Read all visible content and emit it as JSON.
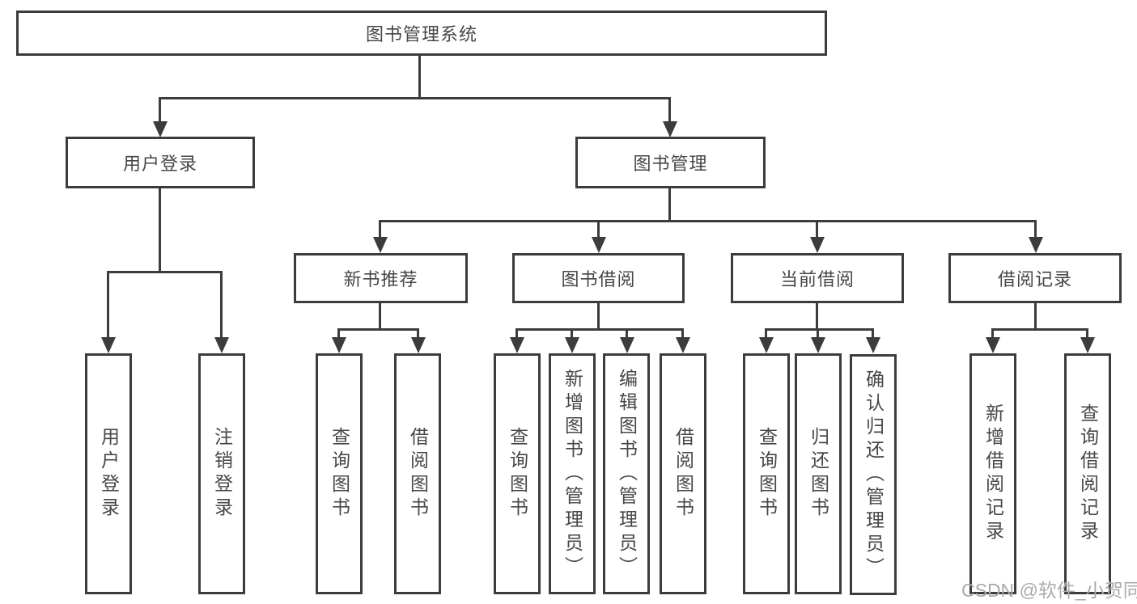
{
  "tree": {
    "label": "图书管理系统",
    "children": [
      {
        "label": "用户登录",
        "children": [
          {
            "label": "用户登录"
          },
          {
            "label": "注销登录"
          }
        ]
      },
      {
        "label": "图书管理",
        "children": [
          {
            "label": "新书推荐",
            "children": [
              {
                "label": "查询图书"
              },
              {
                "label": "借阅图书"
              }
            ]
          },
          {
            "label": "图书借阅",
            "children": [
              {
                "label": "查询图书"
              },
              {
                "label": "新增图书（管理员）"
              },
              {
                "label": "编辑图书（管理员）"
              },
              {
                "label": "借阅图书"
              }
            ]
          },
          {
            "label": "当前借阅",
            "children": [
              {
                "label": "查询图书"
              },
              {
                "label": "归还图书"
              },
              {
                "label": "确认归还（管理员）"
              }
            ]
          },
          {
            "label": "借阅记录",
            "children": [
              {
                "label": "新增借阅记录"
              },
              {
                "label": "查询借阅记录"
              }
            ]
          }
        ]
      }
    ]
  },
  "watermark": {
    "text": "CSDN @软件_小贺同学"
  },
  "colors": {
    "line": "#3c3c3c",
    "text": "#474747",
    "watermark": "#ababab"
  }
}
